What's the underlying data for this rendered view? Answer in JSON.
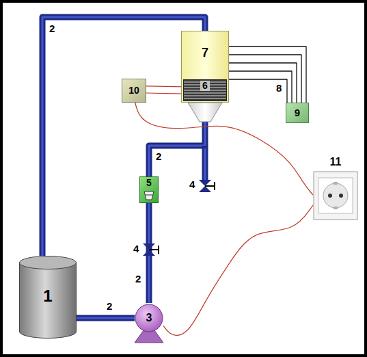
{
  "diagram": {
    "nodes": [
      {
        "text": [
          "7"
        ]
      },
      {
        "text": [
          "6"
        ],
        "in": 0
      },
      {
        "text": [
          "10"
        ]
      },
      {
        "text": [
          "9"
        ]
      },
      {
        "text": [
          "5"
        ]
      },
      {
        "text": [
          "11"
        ]
      },
      {
        "text": [
          "1"
        ]
      },
      {
        "text": [
          "3"
        ]
      }
    ],
    "edges": [
      {
        "from": 6,
        "to": 7,
        "arrow": "none"
      },
      {
        "from": 7,
        "to": 4,
        "arrow": "none"
      },
      {
        "from": 4,
        "to": 0,
        "arrow": "none"
      },
      {
        "from": 0,
        "to": 6,
        "arrow": "none"
      },
      {
        "from": 3,
        "to": 0,
        "arrow": "none"
      },
      {
        "from": 2,
        "to": 1,
        "arrow": "none"
      },
      {
        "from": 5,
        "to": 2,
        "arrow": "none"
      },
      {
        "from": 5,
        "to": 7,
        "arrow": "none"
      }
    ],
    "labels": [
      "2",
      "2",
      "2",
      "2",
      "4",
      "4",
      "8"
    ]
  }
}
